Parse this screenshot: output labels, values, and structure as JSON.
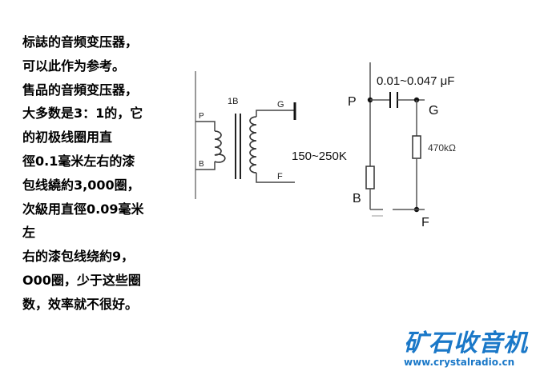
{
  "text_lines": [
    "标誌的音频变压器，",
    "可以此作为参考。",
    "售品的音頻变压器，",
    "大多数是3：1的，它",
    "的初极线圈用直",
    "徑0.1毫米左右的漆",
    "包线繞約3,000圈，",
    "次級用直徑0.09毫米",
    "左",
    "右的漆包线绕約9，",
    "O00圈，少于这些圈",
    "数，效率就不很好。"
  ],
  "transformer": {
    "label_top": "1B",
    "label_p": "P",
    "label_b": "B",
    "label_g": "G",
    "label_f": "F"
  },
  "circuit": {
    "cap_label": "0.01~0.047 μF",
    "res_left_label": "150~250K",
    "res_right_label": "470kΩ",
    "label_p": "P",
    "label_g": "G",
    "label_b": "B",
    "label_f": "F"
  },
  "watermark": {
    "title": "矿石收音机",
    "url": "www.crystalradio.cn"
  }
}
